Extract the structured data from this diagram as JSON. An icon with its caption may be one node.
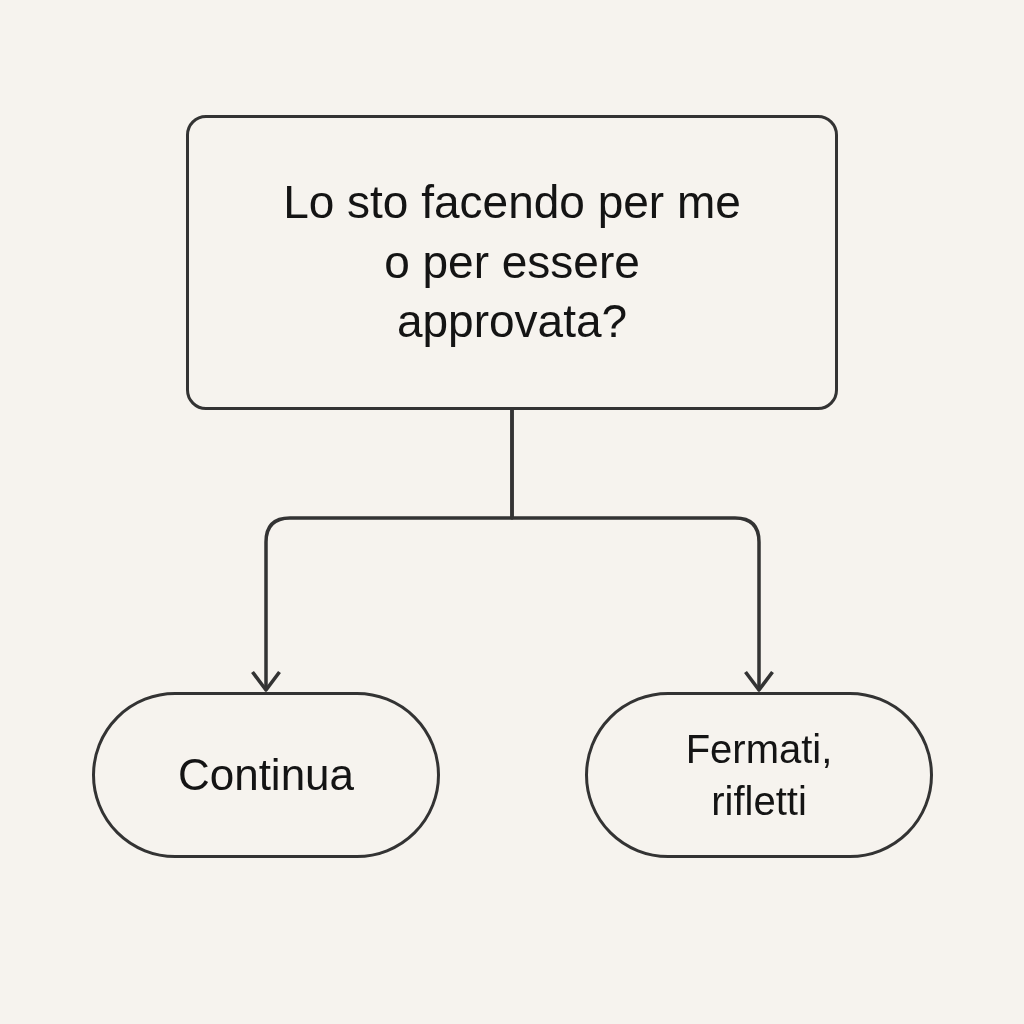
{
  "diagram": {
    "nodes": [
      {
        "text": [
          "Lo sto facendo per me o per essere approvata?"
        ]
      },
      {
        "text": [
          "Continua"
        ]
      },
      {
        "text": [
          "Fermati, rifletti"
        ]
      }
    ],
    "edges": [
      {
        "from": 0,
        "to": 1,
        "arrow": "to"
      },
      {
        "from": 0,
        "to": 2,
        "arrow": "to"
      }
    ]
  }
}
